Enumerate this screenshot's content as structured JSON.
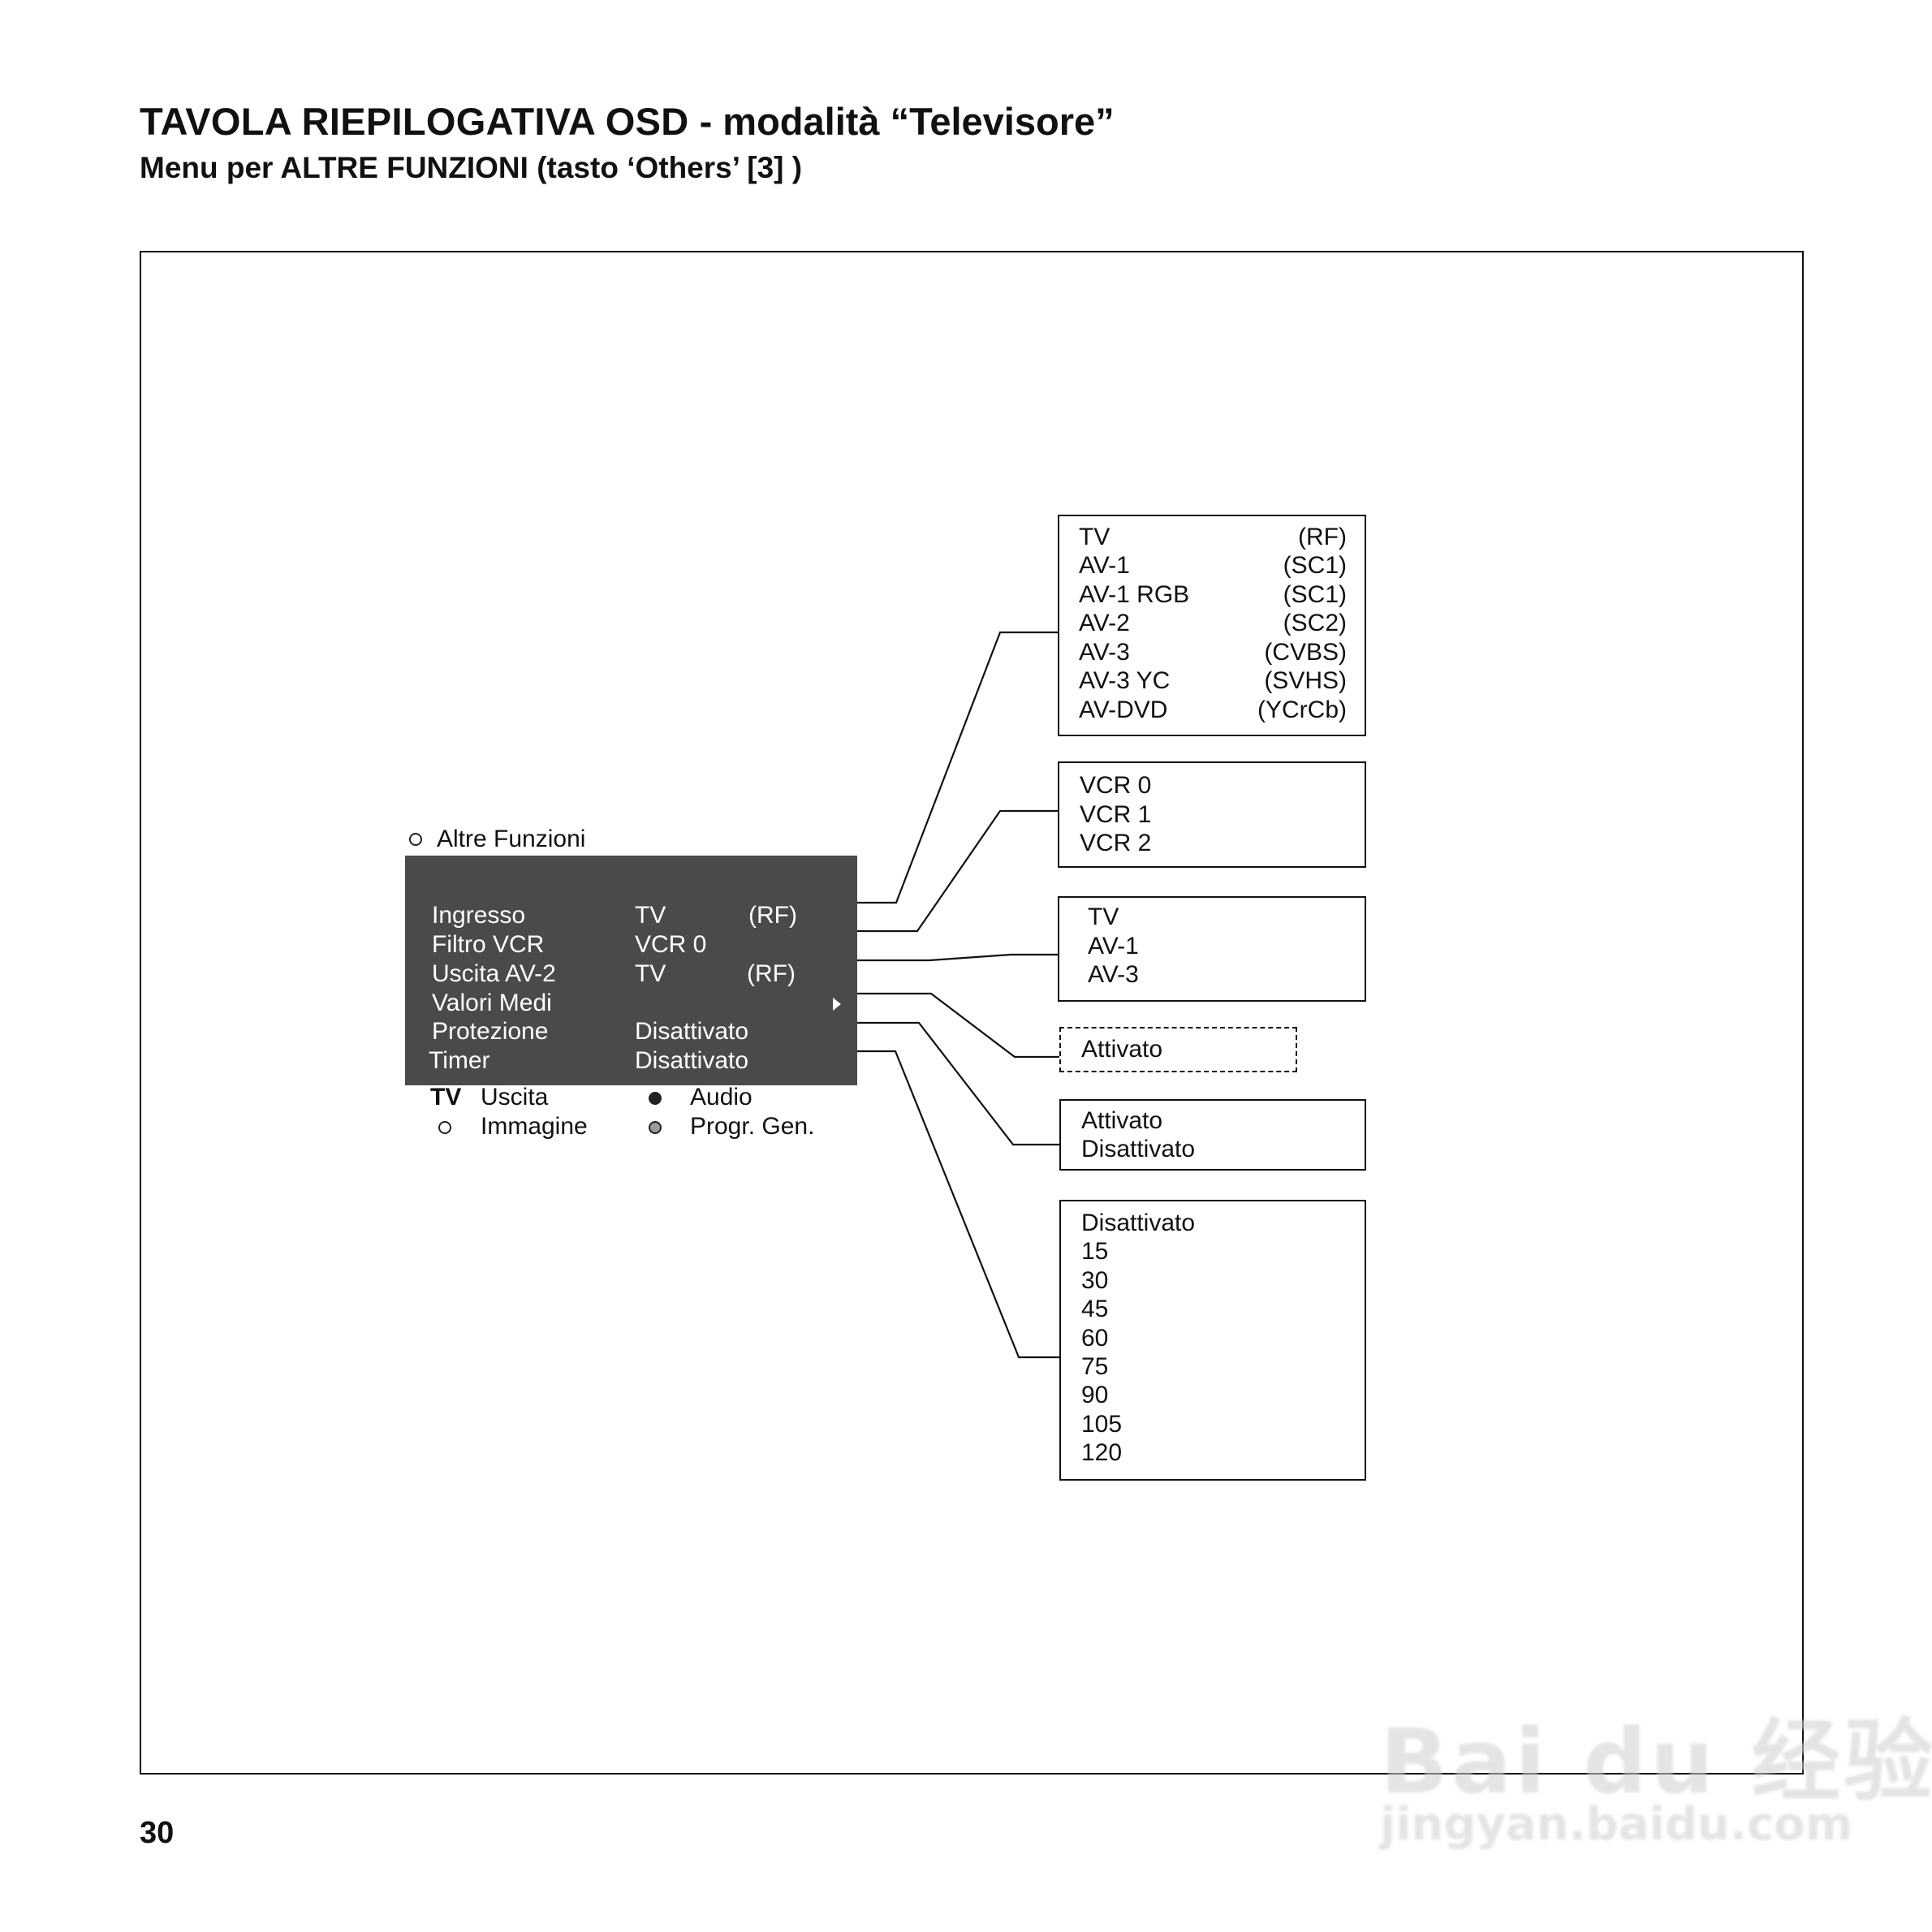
{
  "header": {
    "title_bold": "TAVOLA RIEPILOGATIVA OSD",
    "title_rest": "- modalità “Televisore”",
    "subtitle": "Menu per ALTRE FUNZIONI (tasto ‘Others’ [3] )"
  },
  "page_number": "30",
  "osd": {
    "heading": "Altre Funzioni",
    "rows": [
      {
        "label": "Ingresso",
        "value": "TV",
        "extra": "(RF)"
      },
      {
        "label": "Filtro VCR",
        "value": "VCR 0",
        "extra": ""
      },
      {
        "label": "Uscita  AV-2",
        "value": "TV",
        "extra": "(RF)"
      },
      {
        "label": "Valori Medi",
        "value": "",
        "extra": ""
      },
      {
        "label": "Protezione",
        "value": "Disattivato",
        "extra": ""
      },
      {
        "label": "Timer",
        "value": "Disattivato",
        "extra": ""
      }
    ],
    "legend": {
      "tv": "TV",
      "uscita": "Uscita",
      "immagine": "Immagine",
      "audio": "Audio",
      "progr_gen": "Progr. Gen."
    }
  },
  "option_boxes": {
    "ingresso": [
      {
        "name": "TV",
        "tag": "(RF)"
      },
      {
        "name": "AV-1",
        "tag": "(SC1)"
      },
      {
        "name": "AV-1 RGB",
        "tag": "(SC1)"
      },
      {
        "name": "AV-2",
        "tag": "(SC2)"
      },
      {
        "name": "AV-3",
        "tag": "(CVBS)"
      },
      {
        "name": "AV-3 YC",
        "tag": "(SVHS)"
      },
      {
        "name": "AV-DVD",
        "tag": "(YCrCb)"
      }
    ],
    "filtro_vcr": [
      "VCR 0",
      "VCR 1",
      "VCR 2"
    ],
    "uscita": [
      "TV",
      "AV-1",
      "AV-3"
    ],
    "valori_medi": [
      "Attivato"
    ],
    "protezione": [
      "Attivato",
      "Disattivato"
    ],
    "timer": [
      "Disattivato",
      "15",
      "30",
      "45",
      "60",
      "75",
      "90",
      "105",
      "120"
    ]
  },
  "watermark": {
    "brand": "Bai du 经验",
    "url": "jingyan.baidu.com"
  }
}
